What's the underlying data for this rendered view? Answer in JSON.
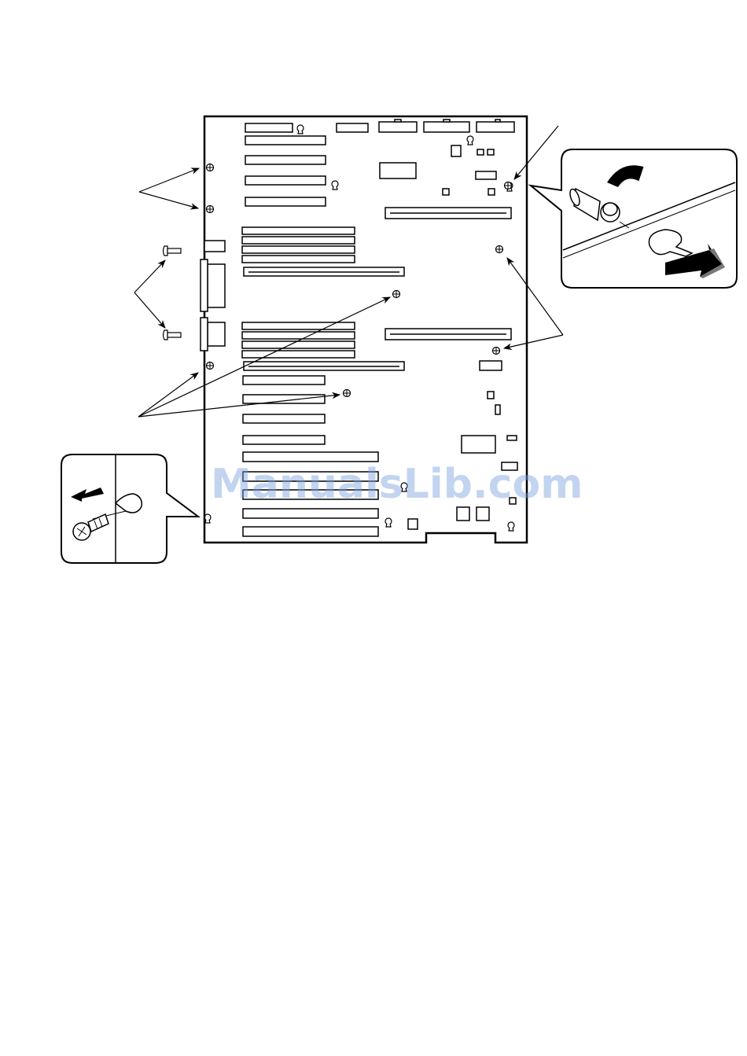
{
  "watermark": {
    "text": "ManualsLib.com",
    "color": "#7aa0dc"
  },
  "colors": {
    "line": "#000000",
    "background": "#ffffff",
    "arrow_shadow": "#777777"
  },
  "icons": {
    "screw": "screw-icon",
    "keyhole": "keyhole-slot-icon",
    "standoff": "standoff-icon",
    "callout_left": "screw-removal-callout",
    "callout_right": "board-slide-callout"
  }
}
